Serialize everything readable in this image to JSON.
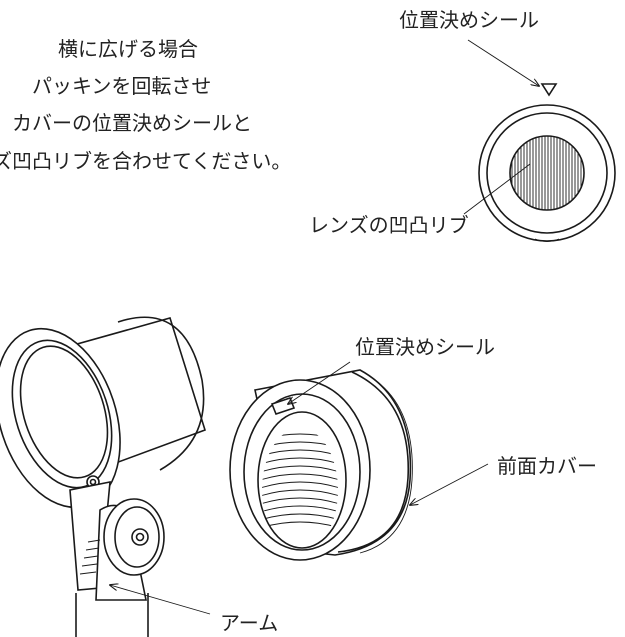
{
  "instructions": {
    "line1": "横に広げる場合",
    "line2": "パッキンを回転させ",
    "line3": "カバーの位置決めシールと",
    "line4": "ズ凹凸リブを合わせてください。"
  },
  "top_detail": {
    "seal_label": "位置決めシール",
    "rib_label": "レンズの凹凸リブ"
  },
  "assembly": {
    "seal_label": "位置決めシール",
    "cover_label": "前面カバー",
    "arm_label": "アーム"
  },
  "colors": {
    "ink": "#1a1a1a",
    "background": "#ffffff"
  }
}
